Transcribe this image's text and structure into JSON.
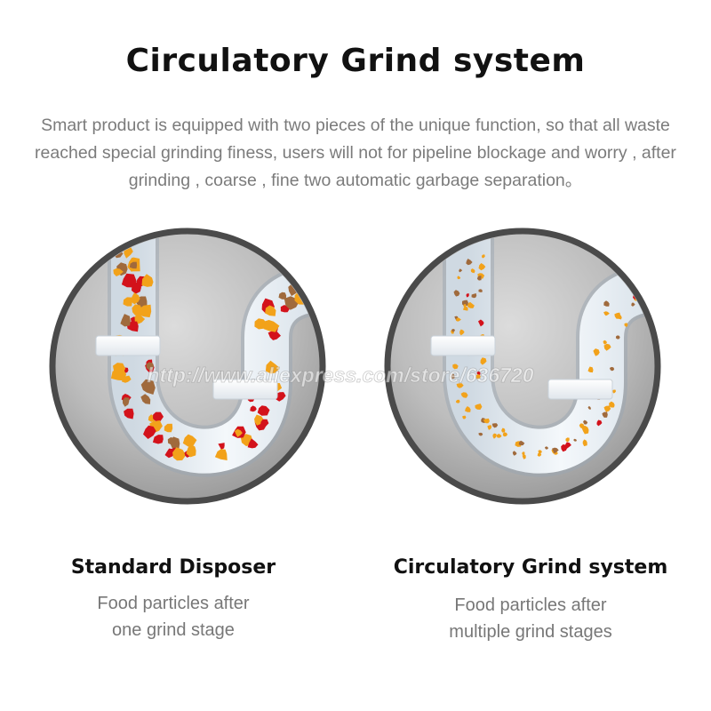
{
  "header": {
    "title": "Circulatory Grind system",
    "description": "Smart product is equipped with two pieces of the unique function, so that all waste reached special grinding finess, users will not for pipeline blockage and worry , after grinding , coarse , fine two automatic garbage separation。"
  },
  "watermark": "http://www.aliexpress.com/store/636720",
  "panels": [
    {
      "title": "Standard Disposer",
      "subtitle_line1": "Food particles after",
      "subtitle_line2": "one grind stage"
    },
    {
      "title": "Circulatory Grind system",
      "subtitle_line1": "Food particles after",
      "subtitle_line2": "multiple grind stages"
    }
  ],
  "colors": {
    "ring": "#4a4a4a",
    "background_gray": "#b5b5b5",
    "pipe": "#e4ecf3",
    "particle_red": "#d3121b",
    "particle_orange": "#f2a21a",
    "particle_brown": "#a06a3c"
  }
}
